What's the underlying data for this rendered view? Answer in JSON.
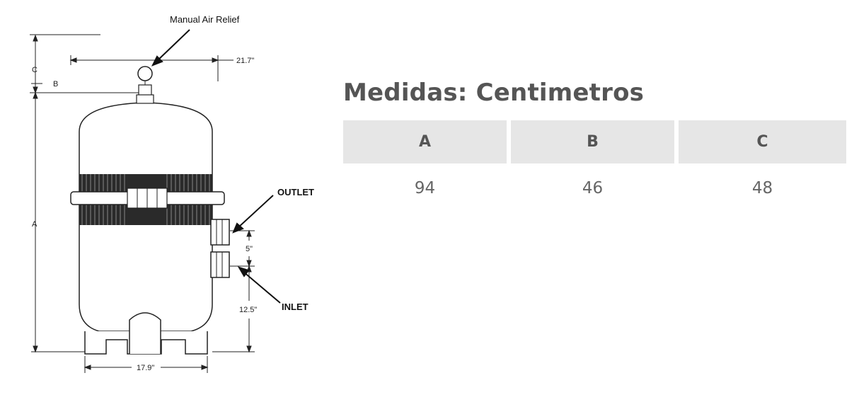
{
  "diagram": {
    "manual_air_relief": "Manual Air Relief",
    "outlet": "OUTLET",
    "inlet": "INLET",
    "dim_width_top": "21.7\"",
    "dim_base_width": "17.9\"",
    "dim_port_spacing": "5\"",
    "dim_inlet_height": "12.5\"",
    "label_a": "A",
    "label_b": "B",
    "label_c": "C"
  },
  "title": "Medidas: Centimetros",
  "table": {
    "headers": [
      "A",
      "B",
      "C"
    ],
    "values": [
      "94",
      "46",
      "48"
    ]
  }
}
